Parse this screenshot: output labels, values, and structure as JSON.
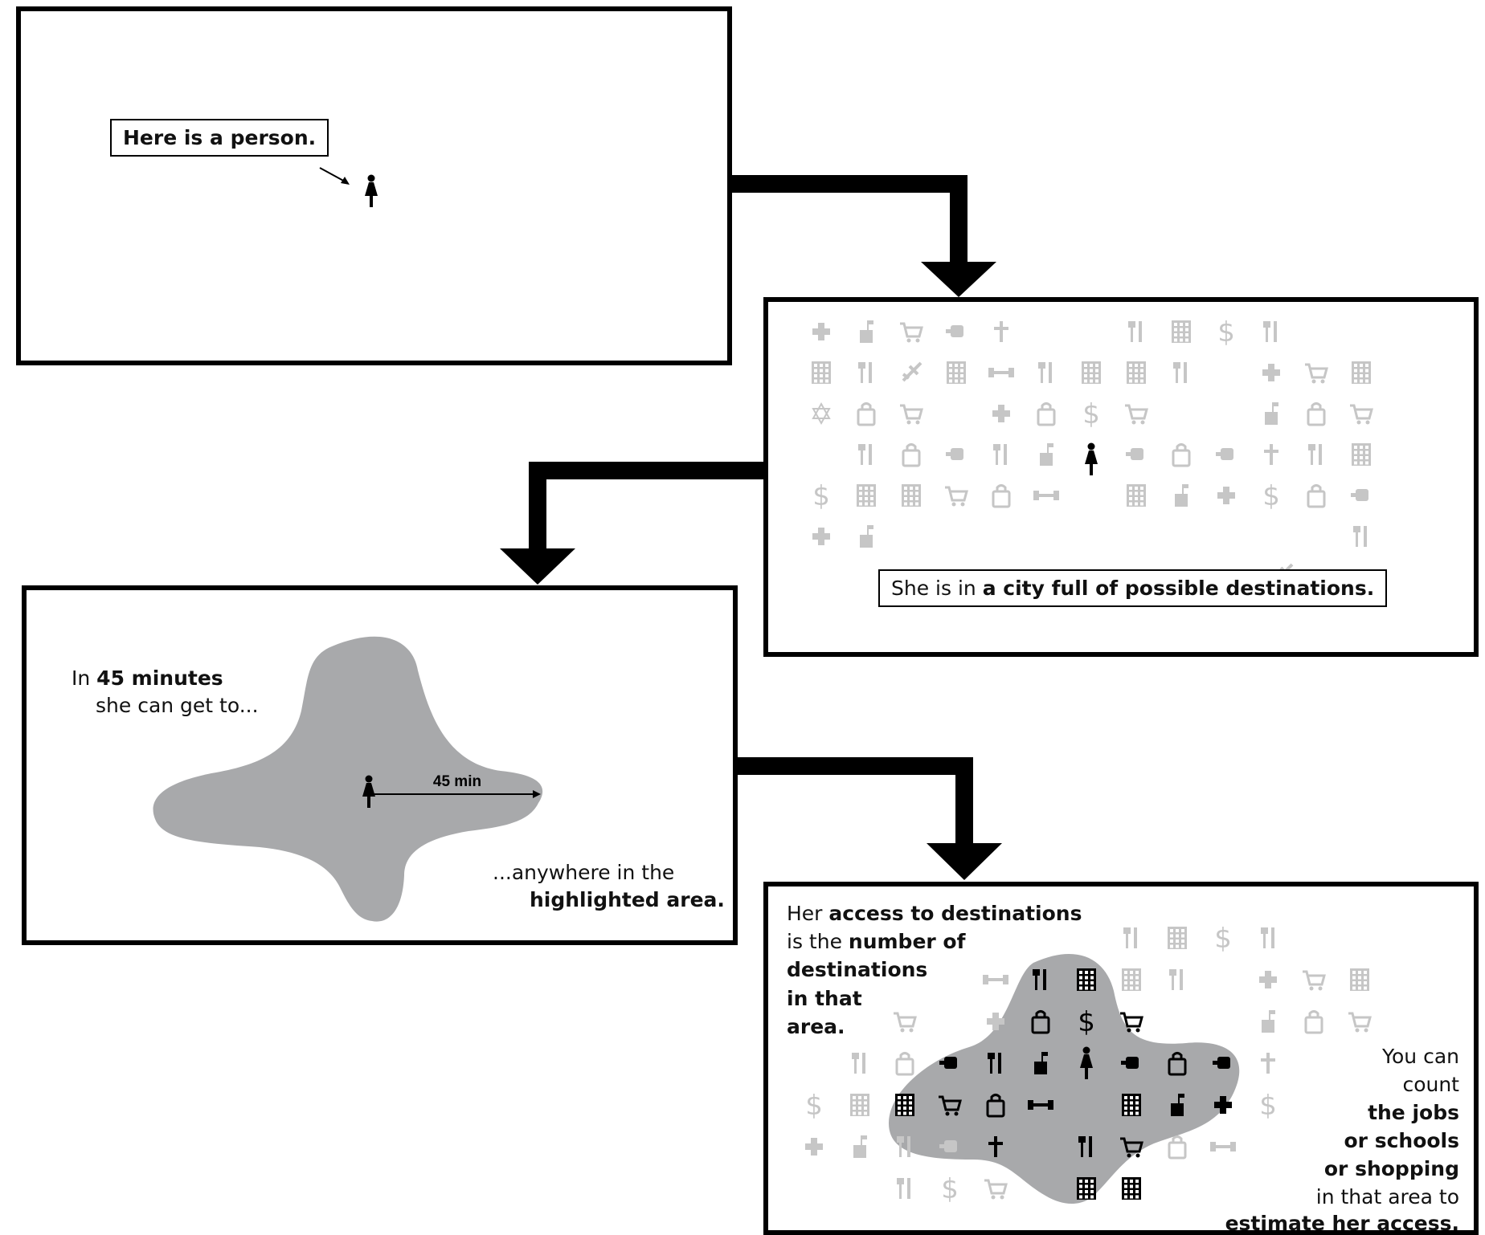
{
  "panel1": {
    "caption": "Here is a person."
  },
  "panel2": {
    "caption_pre": "She is in ",
    "caption_bold": "a city full of possible destinations."
  },
  "panel3": {
    "line1_pre": "In ",
    "line1_bold": "45 minutes",
    "line2": "she can get to...",
    "arrow_label": "45 min",
    "line3": "...anywhere in the",
    "line4_bold": "highlighted area."
  },
  "panel4": {
    "left_l1_pre": "Her ",
    "left_l1_bold": "access to destinations",
    "left_l2_pre": "is the ",
    "left_l2_bold": "number of",
    "left_l3_bold": "destinations",
    "left_l4_bold": "in that",
    "left_l5_bold": "area.",
    "right_l1": "You can",
    "right_l2": "count",
    "right_l3_bold": "the jobs",
    "right_l4_bold": "or schools",
    "right_l5_bold": "or shopping",
    "right_l6": "in that area to",
    "right_l7_bold": "estimate her access."
  },
  "colors": {
    "region": "#a8a9ab",
    "faded_icon": "#c6c6c6",
    "ink": "#000000"
  }
}
